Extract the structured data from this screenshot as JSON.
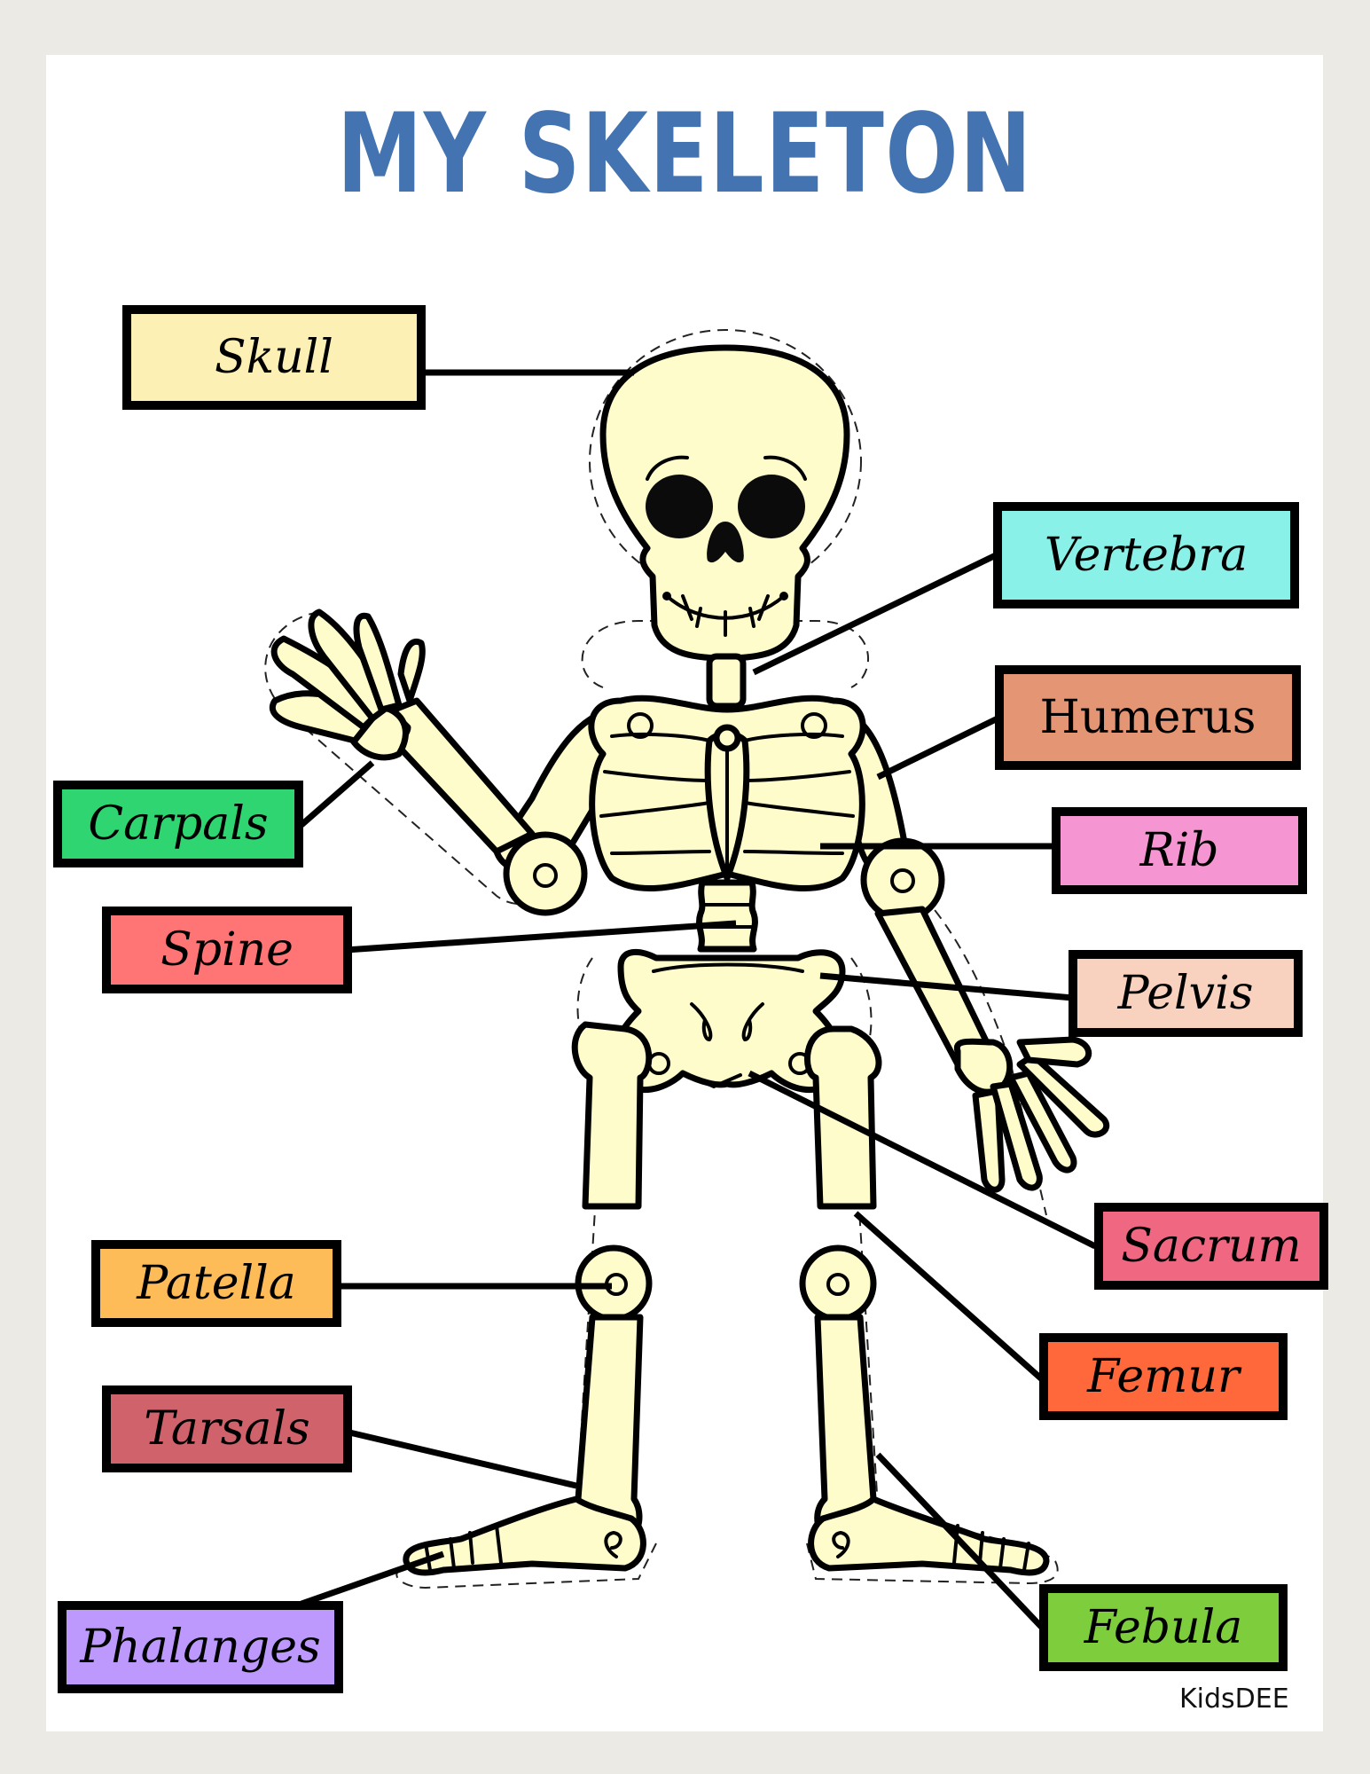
{
  "title": "MY SKELETON",
  "brand": "KidsDEE",
  "colors": {
    "page_background": "#ebeae5",
    "sheet": "#ffffff",
    "title": "#4373b0",
    "bone_fill": "#fffccb",
    "outline": "#000000"
  },
  "labels": [
    {
      "id": "skull",
      "text": "Skull",
      "color": "#fdf0b5"
    },
    {
      "id": "vertebra",
      "text": "Vertebra",
      "color": "#8af1e8"
    },
    {
      "id": "humerus",
      "text": "Humerus",
      "color": "#e39574"
    },
    {
      "id": "carpals",
      "text": "Carpals",
      "color": "#2fd571"
    },
    {
      "id": "rib",
      "text": "Rib",
      "color": "#f596d2"
    },
    {
      "id": "spine",
      "text": "Spine",
      "color": "#ff7474"
    },
    {
      "id": "pelvis",
      "text": "Pelvis",
      "color": "#f8d1bf"
    },
    {
      "id": "sacrum",
      "text": "Sacrum",
      "color": "#ef6780"
    },
    {
      "id": "patella",
      "text": "Patella",
      "color": "#febc58"
    },
    {
      "id": "femur",
      "text": "Femur",
      "color": "#ff683b"
    },
    {
      "id": "tarsals",
      "text": "Tarsals",
      "color": "#cf626b"
    },
    {
      "id": "phalanges",
      "text": "Phalanges",
      "color": "#bd99fe"
    },
    {
      "id": "febula",
      "text": "Febula",
      "color": "#7dcd3c"
    }
  ]
}
